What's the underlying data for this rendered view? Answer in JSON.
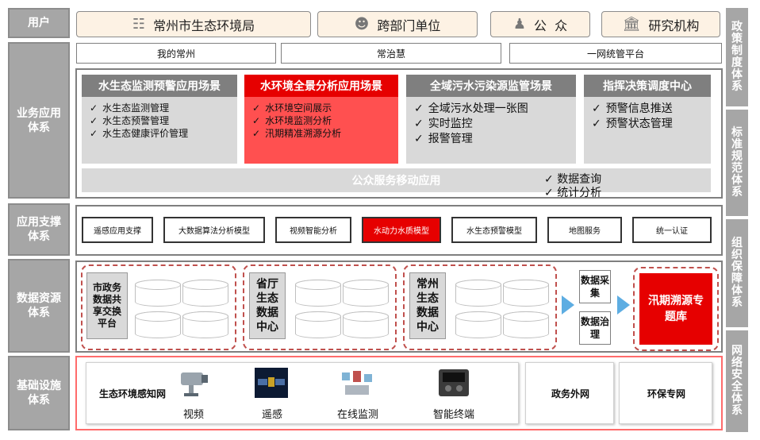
{
  "layers": {
    "user": "用户",
    "business": "业务应用体系",
    "app_support": "应用支撑体系",
    "data_resource": "数据资源体系",
    "infrastructure": "基础设施体系"
  },
  "right_column": [
    "政策制度体系",
    "标准规范体系",
    "组织保障体系",
    "网络安全体系"
  ],
  "users": [
    {
      "label": "常州市生态环境局",
      "icon": "person-list-icon"
    },
    {
      "label": "跨部门单位",
      "icon": "person-icon"
    },
    {
      "label": "公  众",
      "icon": "group-icon"
    },
    {
      "label": "研究机构",
      "icon": "building-icon"
    }
  ],
  "portals": [
    "我的常州",
    "常治慧",
    "一网统管平台"
  ],
  "scenes": [
    {
      "title": "水生态监测预警应用场景",
      "items": [
        "水生态监测管理",
        "水生态预警管理",
        "水生态健康评价管理"
      ]
    },
    {
      "title": "水环境全景分析应用场景",
      "items": [
        "水环境空间展示",
        "水环境监测分析",
        "汛期精准溯源分析"
      ]
    },
    {
      "title": "全域污水污染源监管场景",
      "items": [
        "全域污水处理一张图",
        "实时监控",
        "报警管理"
      ]
    },
    {
      "title": "指挥决策调度中心",
      "items": [
        "预警信息推送",
        "预警状态管理"
      ]
    }
  ],
  "public_service": {
    "title": "公众服务移动应用",
    "items": [
      "数据查询",
      "统计分析"
    ]
  },
  "support_items": [
    "遥感应用支撑",
    "大数据算法分析模型",
    "视频智能分析",
    "水动力水质模型",
    "水生态预警模型",
    "地图服务",
    "统一认证"
  ],
  "data_centers": [
    "市政务数据共享交换平台",
    "省厅生态数据中心",
    "常州生态数据中心"
  ],
  "data_steps": [
    "数据采集",
    "数据治理"
  ],
  "special_db": "汛期溯源专题库",
  "infra": {
    "sensing_label": "生态环境感知网",
    "devices": [
      {
        "label": "视频",
        "icon": "camera-icon"
      },
      {
        "label": "遥感",
        "icon": "satellite-icon"
      },
      {
        "label": "在线监测",
        "icon": "monitor-station-icon"
      },
      {
        "label": "智能终端",
        "icon": "terminal-icon"
      }
    ],
    "networks": [
      "政务外网",
      "环保专网"
    ]
  },
  "colors": {
    "accent_red": "#e60000",
    "light_red": "#ff5050",
    "gray_dark": "#7f7f7f",
    "gray_light": "#d9d9d9",
    "arrow_blue": "#5dade2"
  }
}
